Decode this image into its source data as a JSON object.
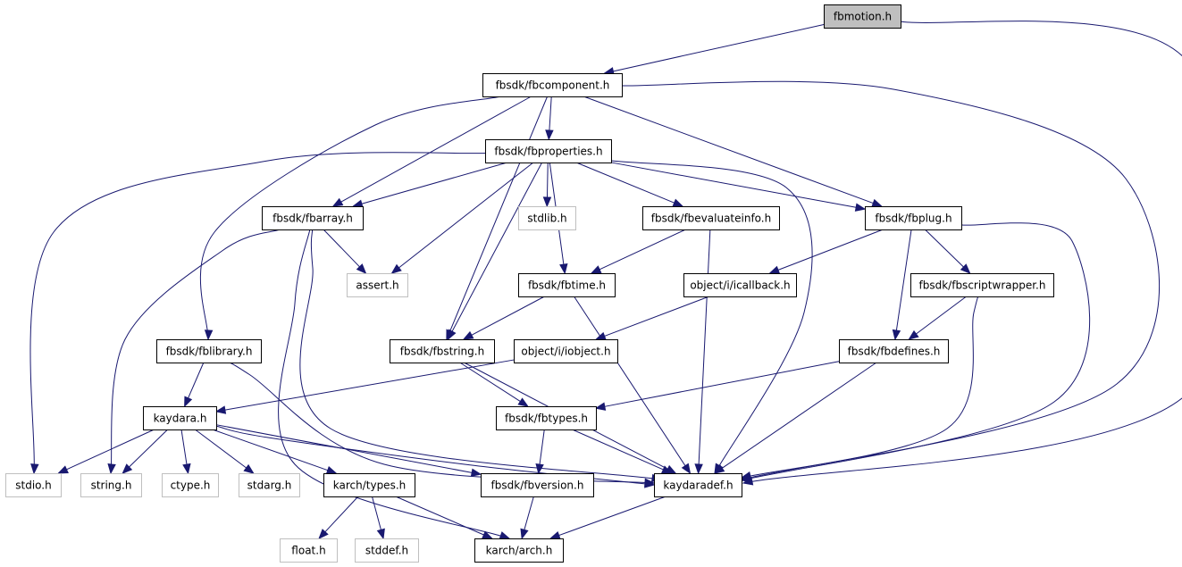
{
  "diagram": {
    "colors": {
      "edge": "#191970",
      "root_fill": "#bfbfbf",
      "system_border": "#bfbfbf",
      "node_border": "#000000"
    },
    "nodes": [
      {
        "id": "fbmotion",
        "label": "fbmotion.h",
        "kind": "root"
      },
      {
        "id": "fbcomponent",
        "label": "fbsdk/fbcomponent.h",
        "kind": "normal"
      },
      {
        "id": "fbproperties",
        "label": "fbsdk/fbproperties.h",
        "kind": "normal"
      },
      {
        "id": "fbarray",
        "label": "fbsdk/fbarray.h",
        "kind": "normal"
      },
      {
        "id": "stdlib",
        "label": "stdlib.h",
        "kind": "system"
      },
      {
        "id": "fbevaluateinfo",
        "label": "fbsdk/fbevaluateinfo.h",
        "kind": "normal"
      },
      {
        "id": "fbplug",
        "label": "fbsdk/fbplug.h",
        "kind": "normal"
      },
      {
        "id": "assert",
        "label": "assert.h",
        "kind": "system"
      },
      {
        "id": "fbtime",
        "label": "fbsdk/fbtime.h",
        "kind": "normal"
      },
      {
        "id": "icallback",
        "label": "object/i/icallback.h",
        "kind": "normal"
      },
      {
        "id": "fbscriptwrapper",
        "label": "fbsdk/fbscriptwrapper.h",
        "kind": "normal"
      },
      {
        "id": "fblibrary",
        "label": "fbsdk/fblibrary.h",
        "kind": "normal"
      },
      {
        "id": "fbstring",
        "label": "fbsdk/fbstring.h",
        "kind": "normal"
      },
      {
        "id": "iobject",
        "label": "object/i/iobject.h",
        "kind": "normal"
      },
      {
        "id": "fbdefines",
        "label": "fbsdk/fbdefines.h",
        "kind": "normal"
      },
      {
        "id": "kaydara",
        "label": "kaydara.h",
        "kind": "normal"
      },
      {
        "id": "fbtypes",
        "label": "fbsdk/fbtypes.h",
        "kind": "normal"
      },
      {
        "id": "stdio",
        "label": "stdio.h",
        "kind": "system"
      },
      {
        "id": "string",
        "label": "string.h",
        "kind": "system"
      },
      {
        "id": "ctype",
        "label": "ctype.h",
        "kind": "system"
      },
      {
        "id": "stdarg",
        "label": "stdarg.h",
        "kind": "system"
      },
      {
        "id": "karchtypes",
        "label": "karch/types.h",
        "kind": "normal"
      },
      {
        "id": "fbversion",
        "label": "fbsdk/fbversion.h",
        "kind": "normal"
      },
      {
        "id": "kaydaradef",
        "label": "kaydaradef.h",
        "kind": "normal"
      },
      {
        "id": "float",
        "label": "float.h",
        "kind": "system"
      },
      {
        "id": "stddef",
        "label": "stddef.h",
        "kind": "system"
      },
      {
        "id": "karcharch",
        "label": "karch/arch.h",
        "kind": "normal"
      }
    ],
    "edges": [
      {
        "from": "fbmotion",
        "to": "fbcomponent"
      },
      {
        "from": "fbmotion",
        "to": "kaydaradef"
      },
      {
        "from": "fbcomponent",
        "to": "fbproperties"
      },
      {
        "from": "fbcomponent",
        "to": "fbarray"
      },
      {
        "from": "fbcomponent",
        "to": "fbplug"
      },
      {
        "from": "fbcomponent",
        "to": "fblibrary"
      },
      {
        "from": "fbcomponent",
        "to": "fbstring"
      },
      {
        "from": "fbcomponent",
        "to": "kaydaradef"
      },
      {
        "from": "fbproperties",
        "to": "fbarray"
      },
      {
        "from": "fbproperties",
        "to": "stdlib"
      },
      {
        "from": "fbproperties",
        "to": "fbevaluateinfo"
      },
      {
        "from": "fbproperties",
        "to": "fbplug"
      },
      {
        "from": "fbproperties",
        "to": "assert"
      },
      {
        "from": "fbproperties",
        "to": "fbtime"
      },
      {
        "from": "fbproperties",
        "to": "fbstring"
      },
      {
        "from": "fbproperties",
        "to": "stdio"
      },
      {
        "from": "fbproperties",
        "to": "kaydaradef"
      },
      {
        "from": "fbarray",
        "to": "assert"
      },
      {
        "from": "fbarray",
        "to": "string"
      },
      {
        "from": "fbarray",
        "to": "kaydaradef"
      },
      {
        "from": "fbarray",
        "to": "karcharch"
      },
      {
        "from": "fbevaluateinfo",
        "to": "fbtime"
      },
      {
        "from": "fbevaluateinfo",
        "to": "kaydaradef"
      },
      {
        "from": "fbplug",
        "to": "icallback"
      },
      {
        "from": "fbplug",
        "to": "fbscriptwrapper"
      },
      {
        "from": "fbplug",
        "to": "fbdefines"
      },
      {
        "from": "fbplug",
        "to": "kaydaradef"
      },
      {
        "from": "fbtime",
        "to": "fbstring"
      },
      {
        "from": "fbtime",
        "to": "kaydaradef"
      },
      {
        "from": "icallback",
        "to": "iobject"
      },
      {
        "from": "fbscriptwrapper",
        "to": "fbdefines"
      },
      {
        "from": "fbscriptwrapper",
        "to": "kaydaradef"
      },
      {
        "from": "fblibrary",
        "to": "kaydara"
      },
      {
        "from": "fblibrary",
        "to": "kaydaradef"
      },
      {
        "from": "fbstring",
        "to": "fbtypes"
      },
      {
        "from": "fbstring",
        "to": "kaydaradef"
      },
      {
        "from": "iobject",
        "to": "kaydara"
      },
      {
        "from": "fbdefines",
        "to": "fbtypes"
      },
      {
        "from": "fbdefines",
        "to": "kaydaradef"
      },
      {
        "from": "kaydara",
        "to": "stdio"
      },
      {
        "from": "kaydara",
        "to": "string"
      },
      {
        "from": "kaydara",
        "to": "ctype"
      },
      {
        "from": "kaydara",
        "to": "stdarg"
      },
      {
        "from": "kaydara",
        "to": "karchtypes"
      },
      {
        "from": "kaydara",
        "to": "fbversion"
      },
      {
        "from": "kaydara",
        "to": "kaydaradef"
      },
      {
        "from": "fbtypes",
        "to": "fbversion"
      },
      {
        "from": "fbtypes",
        "to": "kaydaradef"
      },
      {
        "from": "karchtypes",
        "to": "float"
      },
      {
        "from": "karchtypes",
        "to": "stddef"
      },
      {
        "from": "karchtypes",
        "to": "karcharch"
      },
      {
        "from": "fbversion",
        "to": "karcharch"
      },
      {
        "from": "kaydaradef",
        "to": "karcharch"
      }
    ]
  }
}
